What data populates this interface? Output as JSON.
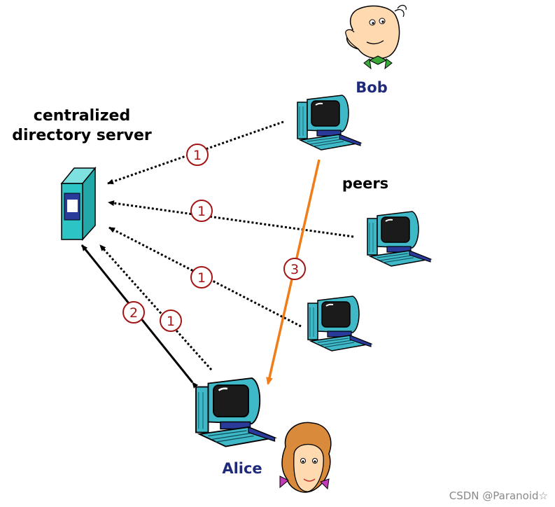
{
  "labels": {
    "server_line1": "centralized",
    "server_line2": "directory server",
    "bob": "Bob",
    "alice": "Alice",
    "peers": "peers",
    "watermark": "CSDN @Paranoid☆"
  },
  "steps": {
    "step1": "1",
    "step2": "2",
    "step3": "3"
  },
  "colors": {
    "server": "#2cc4c4",
    "name_text": "#1f2a7a",
    "step_circle": "#a31515",
    "transfer_arrow": "#f07d1a",
    "dotted_arrow": "#000000"
  }
}
